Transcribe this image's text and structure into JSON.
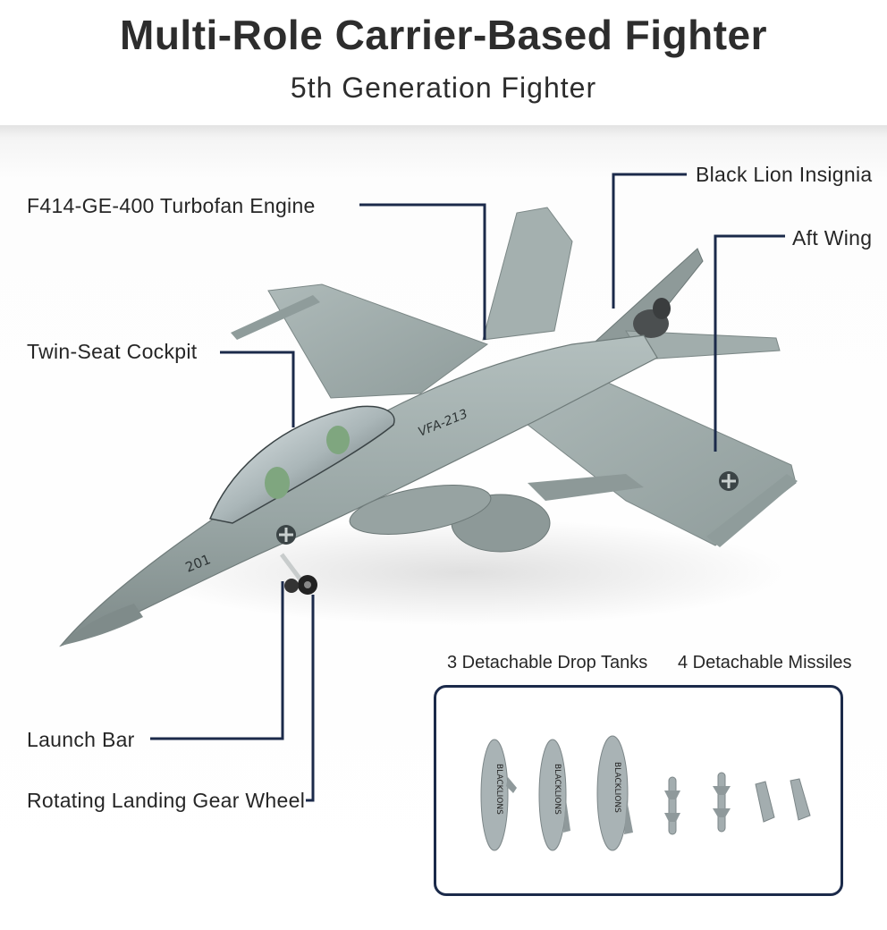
{
  "header": {
    "title": "Multi-Role Carrier-Based Fighter",
    "subtitle": "5th Generation Fighter"
  },
  "callouts": {
    "engine": "F414-GE-400 Turbofan Engine",
    "insignia": "Black Lion Insignia",
    "aft_wing": "Aft Wing",
    "cockpit": "Twin-Seat Cockpit",
    "launch_bar": "Launch Bar",
    "landing_gear": "Rotating Landing Gear Wheel"
  },
  "accessories": {
    "drop_tanks": "3 Detachable Drop Tanks",
    "missiles": "4 Detachable Missiles"
  },
  "model_markings": {
    "squadron": "VFA-213",
    "tail_number": "201",
    "tank_text": "BLACKLIONS"
  },
  "colors": {
    "aircraft_gray": "#9aa7a6",
    "leader_navy": "#1b2a4a"
  }
}
